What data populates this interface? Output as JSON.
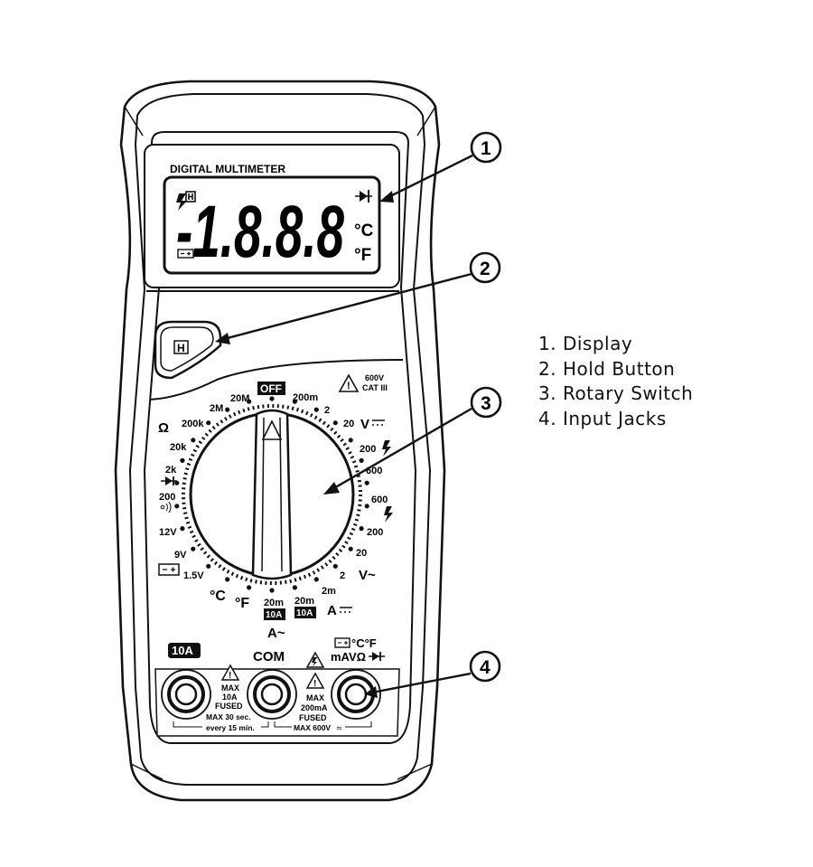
{
  "device": {
    "title": "DIGITAL MULTIMETER",
    "display_reading": "-1.8.8.8",
    "display_units": [
      "°C",
      "°F"
    ],
    "hold_button_label": "H",
    "off_label": "OFF",
    "category_rating": {
      "voltage": "600V",
      "category": "CAT III"
    }
  },
  "dial": {
    "ranges": [
      {
        "label": "200m",
        "section": "DCV"
      },
      {
        "label": "2",
        "section": "DCV"
      },
      {
        "label": "20",
        "section": "DCV"
      },
      {
        "label": "200",
        "section": "DCV"
      },
      {
        "label": "600",
        "section": "DCV"
      },
      {
        "label": "600",
        "section": "ACV"
      },
      {
        "label": "200",
        "section": "ACV"
      },
      {
        "label": "20",
        "section": "ACV"
      },
      {
        "label": "2",
        "section": "DCA"
      },
      {
        "label": "2m",
        "section": "DCA"
      },
      {
        "label": "20m",
        "section": "DCA"
      },
      {
        "label": "10A",
        "section": "DCA"
      },
      {
        "label": "20m",
        "section": "ACA"
      },
      {
        "label": "10A",
        "section": "ACA"
      },
      {
        "label": "°F",
        "section": "TEMP"
      },
      {
        "label": "°C",
        "section": "TEMP"
      },
      {
        "label": "1.5V",
        "section": "BATT"
      },
      {
        "label": "9V",
        "section": "BATT"
      },
      {
        "label": "12V",
        "section": "BATT"
      },
      {
        "label": "200",
        "section": "CONT"
      },
      {
        "label": "2k",
        "section": "DIODE"
      },
      {
        "label": "20k",
        "section": "OHM"
      },
      {
        "label": "200k",
        "section": "OHM"
      },
      {
        "label": "2M",
        "section": "OHM"
      },
      {
        "label": "20M",
        "section": "OHM"
      }
    ],
    "function_labels": {
      "dcv": "V",
      "acv": "V~",
      "dca": "A",
      "aca": "A~",
      "ohm": "Ω"
    }
  },
  "jacks": {
    "tenA": {
      "label": "10A",
      "warning": [
        "MAX",
        "10A",
        "FUSED"
      ],
      "note": [
        "MAX 30 sec.",
        "every 15 min."
      ]
    },
    "com": {
      "label": "COM"
    },
    "main": {
      "label_top": "°C°F",
      "label_bottom": "mAVΩ",
      "warning": [
        "MAX",
        "200mA",
        "FUSED"
      ],
      "note": "MAX 600V"
    }
  },
  "callouts": [
    "1",
    "2",
    "3",
    "4"
  ],
  "legend": [
    "1. Display",
    "2. Hold Button",
    "3. Rotary Switch",
    "4. Input Jacks"
  ]
}
